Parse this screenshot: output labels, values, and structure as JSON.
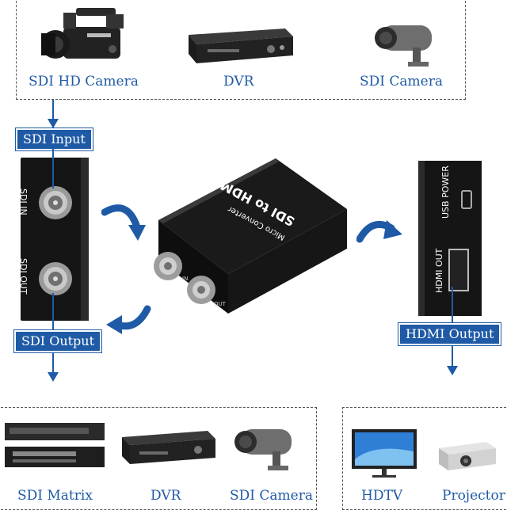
{
  "top_sources": {
    "camera_hd_label": "SDI HD Camera",
    "dvr_label": "DVR",
    "sdi_camera_label": "SDI Camera"
  },
  "tags": {
    "sdi_input": "SDI Input",
    "sdi_output": "SDI Output",
    "hdmi_output": "HDMI Output"
  },
  "left_panel": {
    "port_in": "SDI IN",
    "port_out": "SDI OUT"
  },
  "converter": {
    "title": "SDI to HDMI",
    "subtitle": "Micro Converter",
    "port_in": "IN",
    "port_out": "OUT"
  },
  "right_panel": {
    "usb_power": "USB POWER",
    "hdmi_out": "HDMI OUT"
  },
  "bottom_sdi": {
    "matrix_label": "SDI Matrix",
    "dvr_label": "DVR",
    "camera_label": "SDI Camera"
  },
  "bottom_hdmi": {
    "hdtv_label": "HDTV",
    "projector_label": "Projector"
  },
  "colors": {
    "accent": "#1f5aa6",
    "device_body": "#1b1b1b"
  },
  "icons": [
    "camcorder-icon",
    "dvr-icon",
    "cctv-camera-icon",
    "curved-arrow-icon",
    "sdi-matrix-icon",
    "hdtv-icon",
    "projector-icon"
  ]
}
